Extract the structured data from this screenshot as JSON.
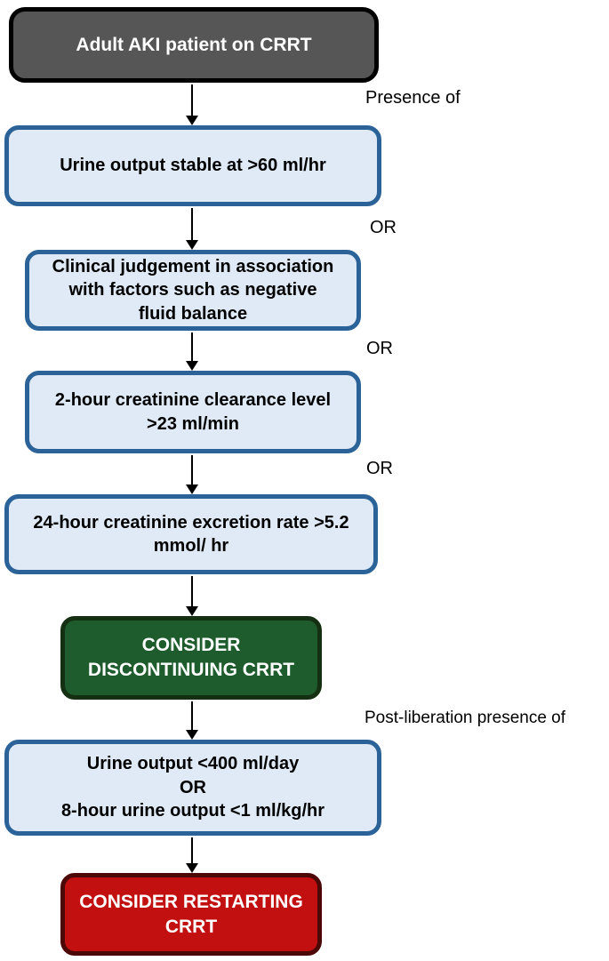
{
  "title": "CRRT liberation flowchart",
  "colors": {
    "start_fill": "#565656",
    "start_border": "#000000",
    "criteria_fill": "#dfeaf6",
    "criteria_border": "#2b6399",
    "discontinue_fill": "#1e5c2d",
    "discontinue_border": "#152f12",
    "restart_fill": "#c21010",
    "restart_border": "#4c0707",
    "text_dark": "#000000",
    "text_light": "#ffffff"
  },
  "labels": {
    "presence_of": "Presence of",
    "or_1": "OR",
    "or_2": "OR",
    "or_3": "OR",
    "post_liberation": "Post-liberation presence of"
  },
  "nodes": {
    "start": {
      "text": "Adult AKI patient on CRRT"
    },
    "urine_output": {
      "text": "Urine output stable at >60 ml/hr"
    },
    "clinical_judgement": {
      "text": "Clinical judgement in association\nwith factors such as negative\nfluid balance"
    },
    "creatinine_clearance": {
      "text": "2-hour creatinine clearance level\n>23 ml/min"
    },
    "creatinine_excretion": {
      "text": "24-hour creatinine excretion rate >5.2\nmmol/ hr"
    },
    "discontinue": {
      "text": "CONSIDER\nDISCONTINUING CRRT"
    },
    "post_liberation_criteria": {
      "text": "Urine output <400 ml/day\nOR\n8-hour urine output <1 ml/kg/hr"
    },
    "restart": {
      "text": "CONSIDER RESTARTING\nCRRT"
    }
  }
}
